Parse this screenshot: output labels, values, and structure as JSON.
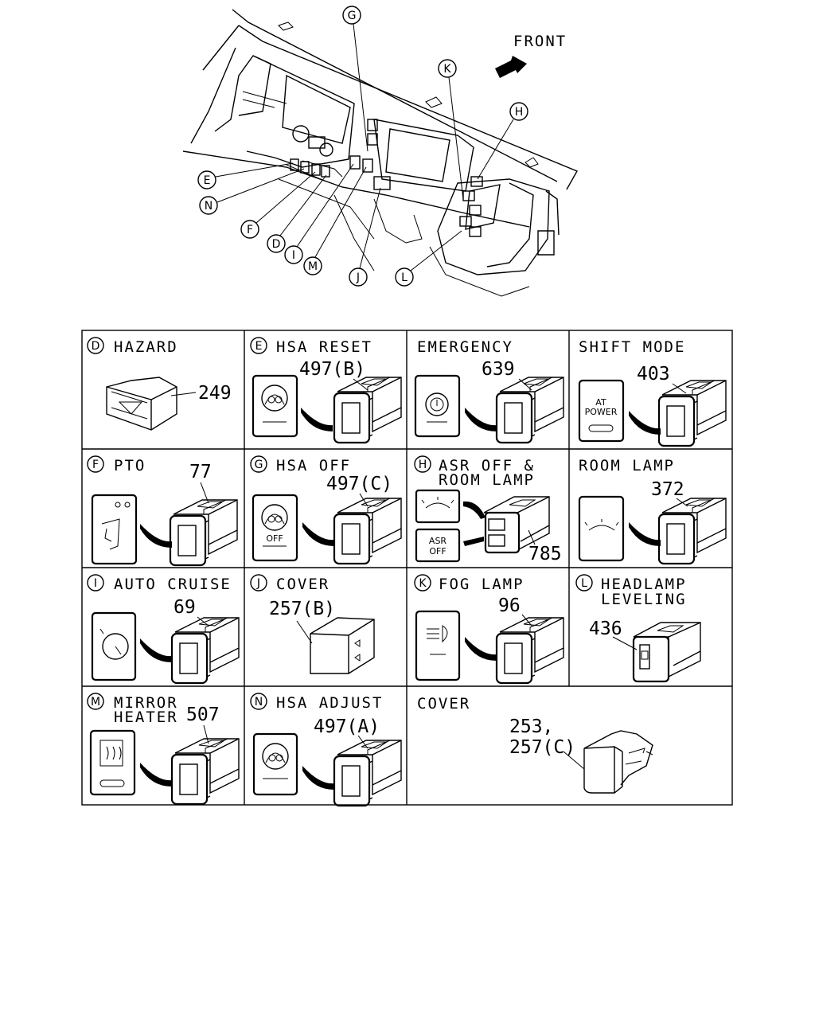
{
  "overview": {
    "front_label": "FRONT",
    "callouts": [
      "G",
      "K",
      "H",
      "E",
      "N",
      "F",
      "D",
      "I",
      "M",
      "J",
      "L"
    ]
  },
  "cells": {
    "D": {
      "letter": "D",
      "title": "HAZARD",
      "part": "249"
    },
    "E": {
      "letter": "E",
      "title": "HSA RESET",
      "part": "497(B)"
    },
    "emergency": {
      "title": "EMERGENCY",
      "part": "639"
    },
    "shift": {
      "title": "SHIFT MODE",
      "part": "403",
      "panel_line1": "AT",
      "panel_line2": "POWER"
    },
    "F": {
      "letter": "F",
      "title": "PTO",
      "part": "77"
    },
    "G": {
      "letter": "G",
      "title": "HSA OFF",
      "part": "497(C)",
      "panel_text": "OFF"
    },
    "H": {
      "letter": "H",
      "title_line1": "ASR OFF &",
      "title_line2": "ROOM LAMP",
      "part": "785",
      "panel_line1": "ASR",
      "panel_line2": "OFF"
    },
    "room": {
      "title": "ROOM LAMP",
      "part": "372"
    },
    "I": {
      "letter": "I",
      "title": "AUTO CRUISE",
      "part": "69"
    },
    "J": {
      "letter": "J",
      "title": "COVER",
      "part": "257(B)"
    },
    "K": {
      "letter": "K",
      "title": "FOG LAMP",
      "part": "96"
    },
    "L": {
      "letter": "L",
      "title_line1": "HEADLAMP",
      "title_line2": "LEVELING",
      "part": "436"
    },
    "M": {
      "letter": "M",
      "title_line1": "MIRROR",
      "title_line2": "HEATER",
      "part": "507"
    },
    "N": {
      "letter": "N",
      "title": "HSA ADJUST",
      "part": "497(A)"
    },
    "cover2": {
      "title": "COVER",
      "part_line1": "253,",
      "part_line2": "257(C)"
    }
  }
}
